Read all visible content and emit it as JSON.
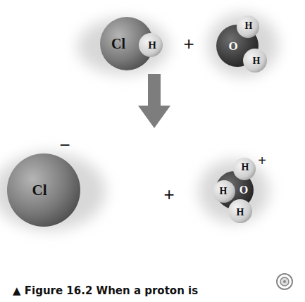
{
  "diagram": {
    "caption": "▲ Figure 16.2 When a proton is",
    "nodes": [
      {
        "text": [
          "Cl"
        ]
      },
      {
        "text": [
          "H"
        ]
      },
      {
        "text": [
          "O"
        ]
      },
      {
        "text": [
          "H"
        ]
      },
      {
        "text": [
          "H"
        ]
      },
      {
        "text": [
          "Cl"
        ]
      },
      {
        "text": [
          "O"
        ]
      },
      {
        "text": [
          "H"
        ]
      },
      {
        "text": [
          "H"
        ]
      },
      {
        "text": [
          "H"
        ]
      }
    ],
    "labels": [
      "+",
      "+",
      "−",
      "+"
    ]
  }
}
